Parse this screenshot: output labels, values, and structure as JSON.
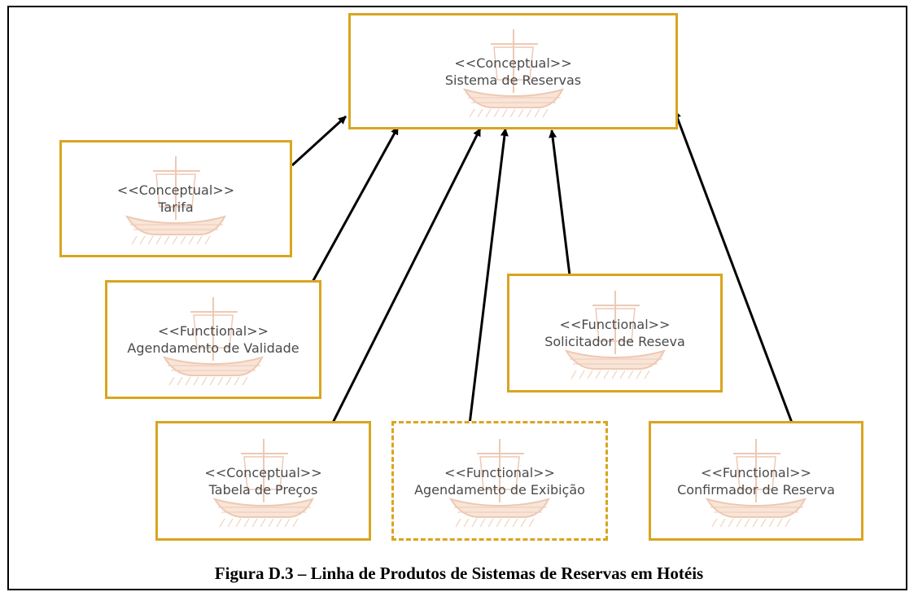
{
  "nodes": [
    {
      "id": "sistema-reservas",
      "stereotype": "<<Conceptual>>",
      "name": "Sistema de Reservas",
      "dashed": false
    },
    {
      "id": "tarifa",
      "stereotype": "<<Conceptual>>",
      "name": "Tarifa",
      "dashed": false
    },
    {
      "id": "agendamento-validade",
      "stereotype": "<<Functional>>",
      "name": "Agendamento de Validade",
      "dashed": false
    },
    {
      "id": "solicitador-reseva",
      "stereotype": "<<Functional>>",
      "name": "Solicitador de Reseva",
      "dashed": false
    },
    {
      "id": "tabela-precos",
      "stereotype": "<<Conceptual>>",
      "name": "Tabela de Preços",
      "dashed": false
    },
    {
      "id": "agendamento-exibicao",
      "stereotype": "<<Functional>>",
      "name": "Agendamento de Exibição",
      "dashed": true
    },
    {
      "id": "confirmador-reserva",
      "stereotype": "<<Functional>>",
      "name": "Confirmador de Reserva",
      "dashed": false
    }
  ],
  "edges": [
    {
      "from": "tarifa",
      "to": "sistema-reservas"
    },
    {
      "from": "agendamento-validade",
      "to": "sistema-reservas"
    },
    {
      "from": "tabela-precos",
      "to": "sistema-reservas"
    },
    {
      "from": "agendamento-exibicao",
      "to": "sistema-reservas"
    },
    {
      "from": "solicitador-reseva",
      "to": "sistema-reservas"
    },
    {
      "from": "confirmador-reserva",
      "to": "sistema-reservas"
    }
  ],
  "caption": "Figura D.3 – Linha de Produtos de Sistemas de Reservas em Hotéis",
  "colors": {
    "node_border": "#d9a520",
    "arrow": "#000000",
    "label_text": "#4a4a4a",
    "ship_watermark": "#e0a080"
  },
  "icons": {
    "node_background": "viking-ship-icon"
  }
}
